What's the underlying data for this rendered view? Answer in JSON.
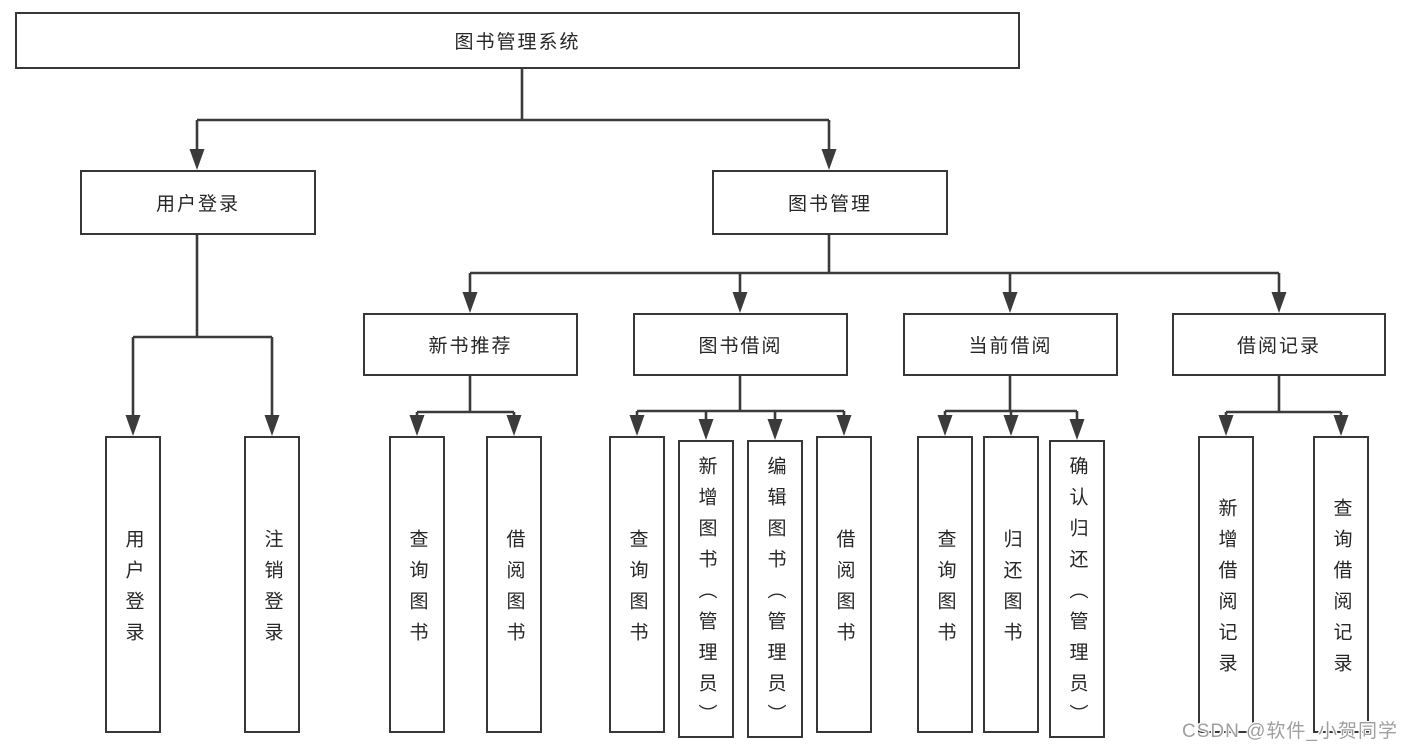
{
  "diagram": {
    "type": "hierarchy-tree",
    "colors": {
      "line": "#3b3b3b",
      "border": "#373737",
      "text": "#262626",
      "background": "#ffffff",
      "watermark": "#9f9f9f"
    },
    "tree": {
      "label": "图书管理系统",
      "children": [
        {
          "label": "用户登录",
          "children": [
            {
              "label": "用户登录"
            },
            {
              "label": "注销登录"
            }
          ]
        },
        {
          "label": "图书管理",
          "children": [
            {
              "label": "新书推荐",
              "children": [
                {
                  "label": "查询图书"
                },
                {
                  "label": "借阅图书"
                }
              ]
            },
            {
              "label": "图书借阅",
              "children": [
                {
                  "label": "查询图书"
                },
                {
                  "label": "新增图书（管理员）"
                },
                {
                  "label": "编辑图书（管理员）"
                },
                {
                  "label": "借阅图书"
                }
              ]
            },
            {
              "label": "当前借阅",
              "children": [
                {
                  "label": "查询图书"
                },
                {
                  "label": "归还图书"
                },
                {
                  "label": "确认归还（管理员）"
                }
              ]
            },
            {
              "label": "借阅记录",
              "children": [
                {
                  "label": "新增借阅记录"
                },
                {
                  "label": "查询借阅记录"
                }
              ]
            }
          ]
        }
      ]
    },
    "watermark": "CSDN @软件_小贺同学"
  }
}
